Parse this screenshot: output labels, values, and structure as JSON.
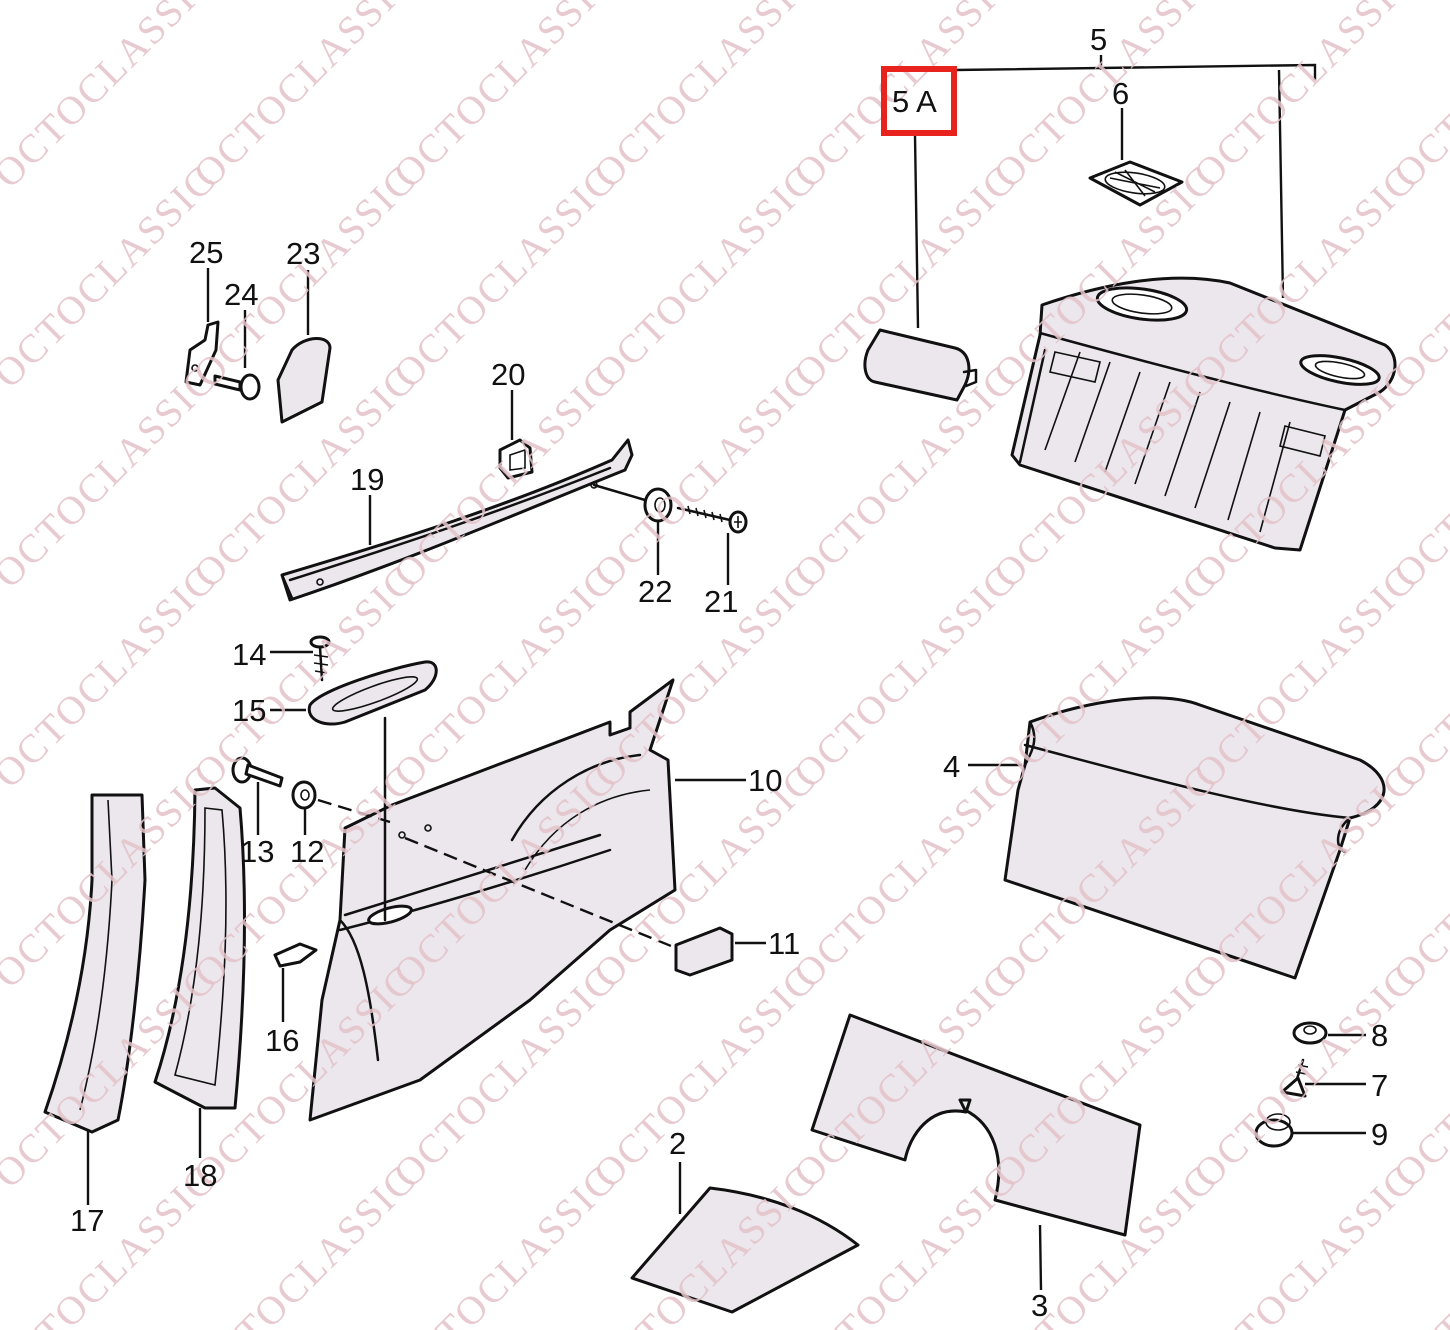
{
  "watermark": {
    "text": "OCTOCLASSIC",
    "color": "#e3c3c9"
  },
  "highlight": {
    "callout": "5 A",
    "color": "#e8231e"
  },
  "callouts": [
    {
      "id": "c-5",
      "text": "5"
    },
    {
      "id": "c-5a",
      "text": "5 A"
    },
    {
      "id": "c-6",
      "text": "6"
    },
    {
      "id": "c-25",
      "text": "25"
    },
    {
      "id": "c-23",
      "text": "23"
    },
    {
      "id": "c-24",
      "text": "24"
    },
    {
      "id": "c-20",
      "text": "20"
    },
    {
      "id": "c-19",
      "text": "19"
    },
    {
      "id": "c-22",
      "text": "22"
    },
    {
      "id": "c-21",
      "text": "21"
    },
    {
      "id": "c-14",
      "text": "14"
    },
    {
      "id": "c-15",
      "text": "15"
    },
    {
      "id": "c-10",
      "text": "10"
    },
    {
      "id": "c-13",
      "text": "13"
    },
    {
      "id": "c-12",
      "text": "12"
    },
    {
      "id": "c-11",
      "text": "11"
    },
    {
      "id": "c-16",
      "text": "16"
    },
    {
      "id": "c-17",
      "text": "17"
    },
    {
      "id": "c-18",
      "text": "18"
    },
    {
      "id": "c-4",
      "text": "4"
    },
    {
      "id": "c-8",
      "text": "8"
    },
    {
      "id": "c-7",
      "text": "7"
    },
    {
      "id": "c-9",
      "text": "9"
    },
    {
      "id": "c-2",
      "text": "2"
    },
    {
      "id": "c-3",
      "text": "3"
    }
  ]
}
